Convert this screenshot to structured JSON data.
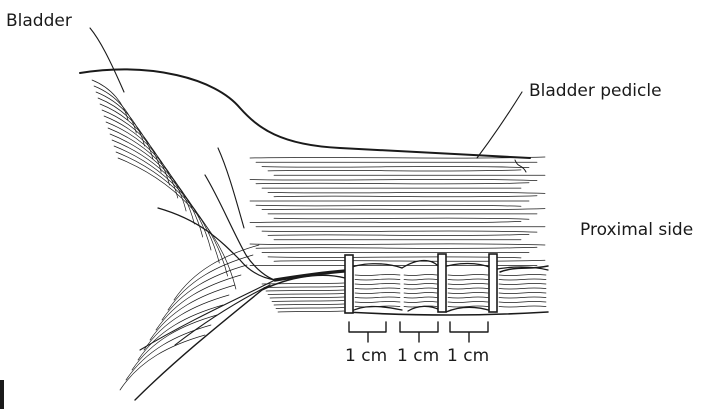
{
  "labels": {
    "bladder": "Bladder",
    "pedicle": "Bladder pedicle",
    "proximal": "Proximal side"
  },
  "measurements": [
    "1 cm",
    "1 cm",
    "1 cm"
  ],
  "colors": {
    "ink": "#1a1a1a",
    "background": "#ffffff"
  }
}
